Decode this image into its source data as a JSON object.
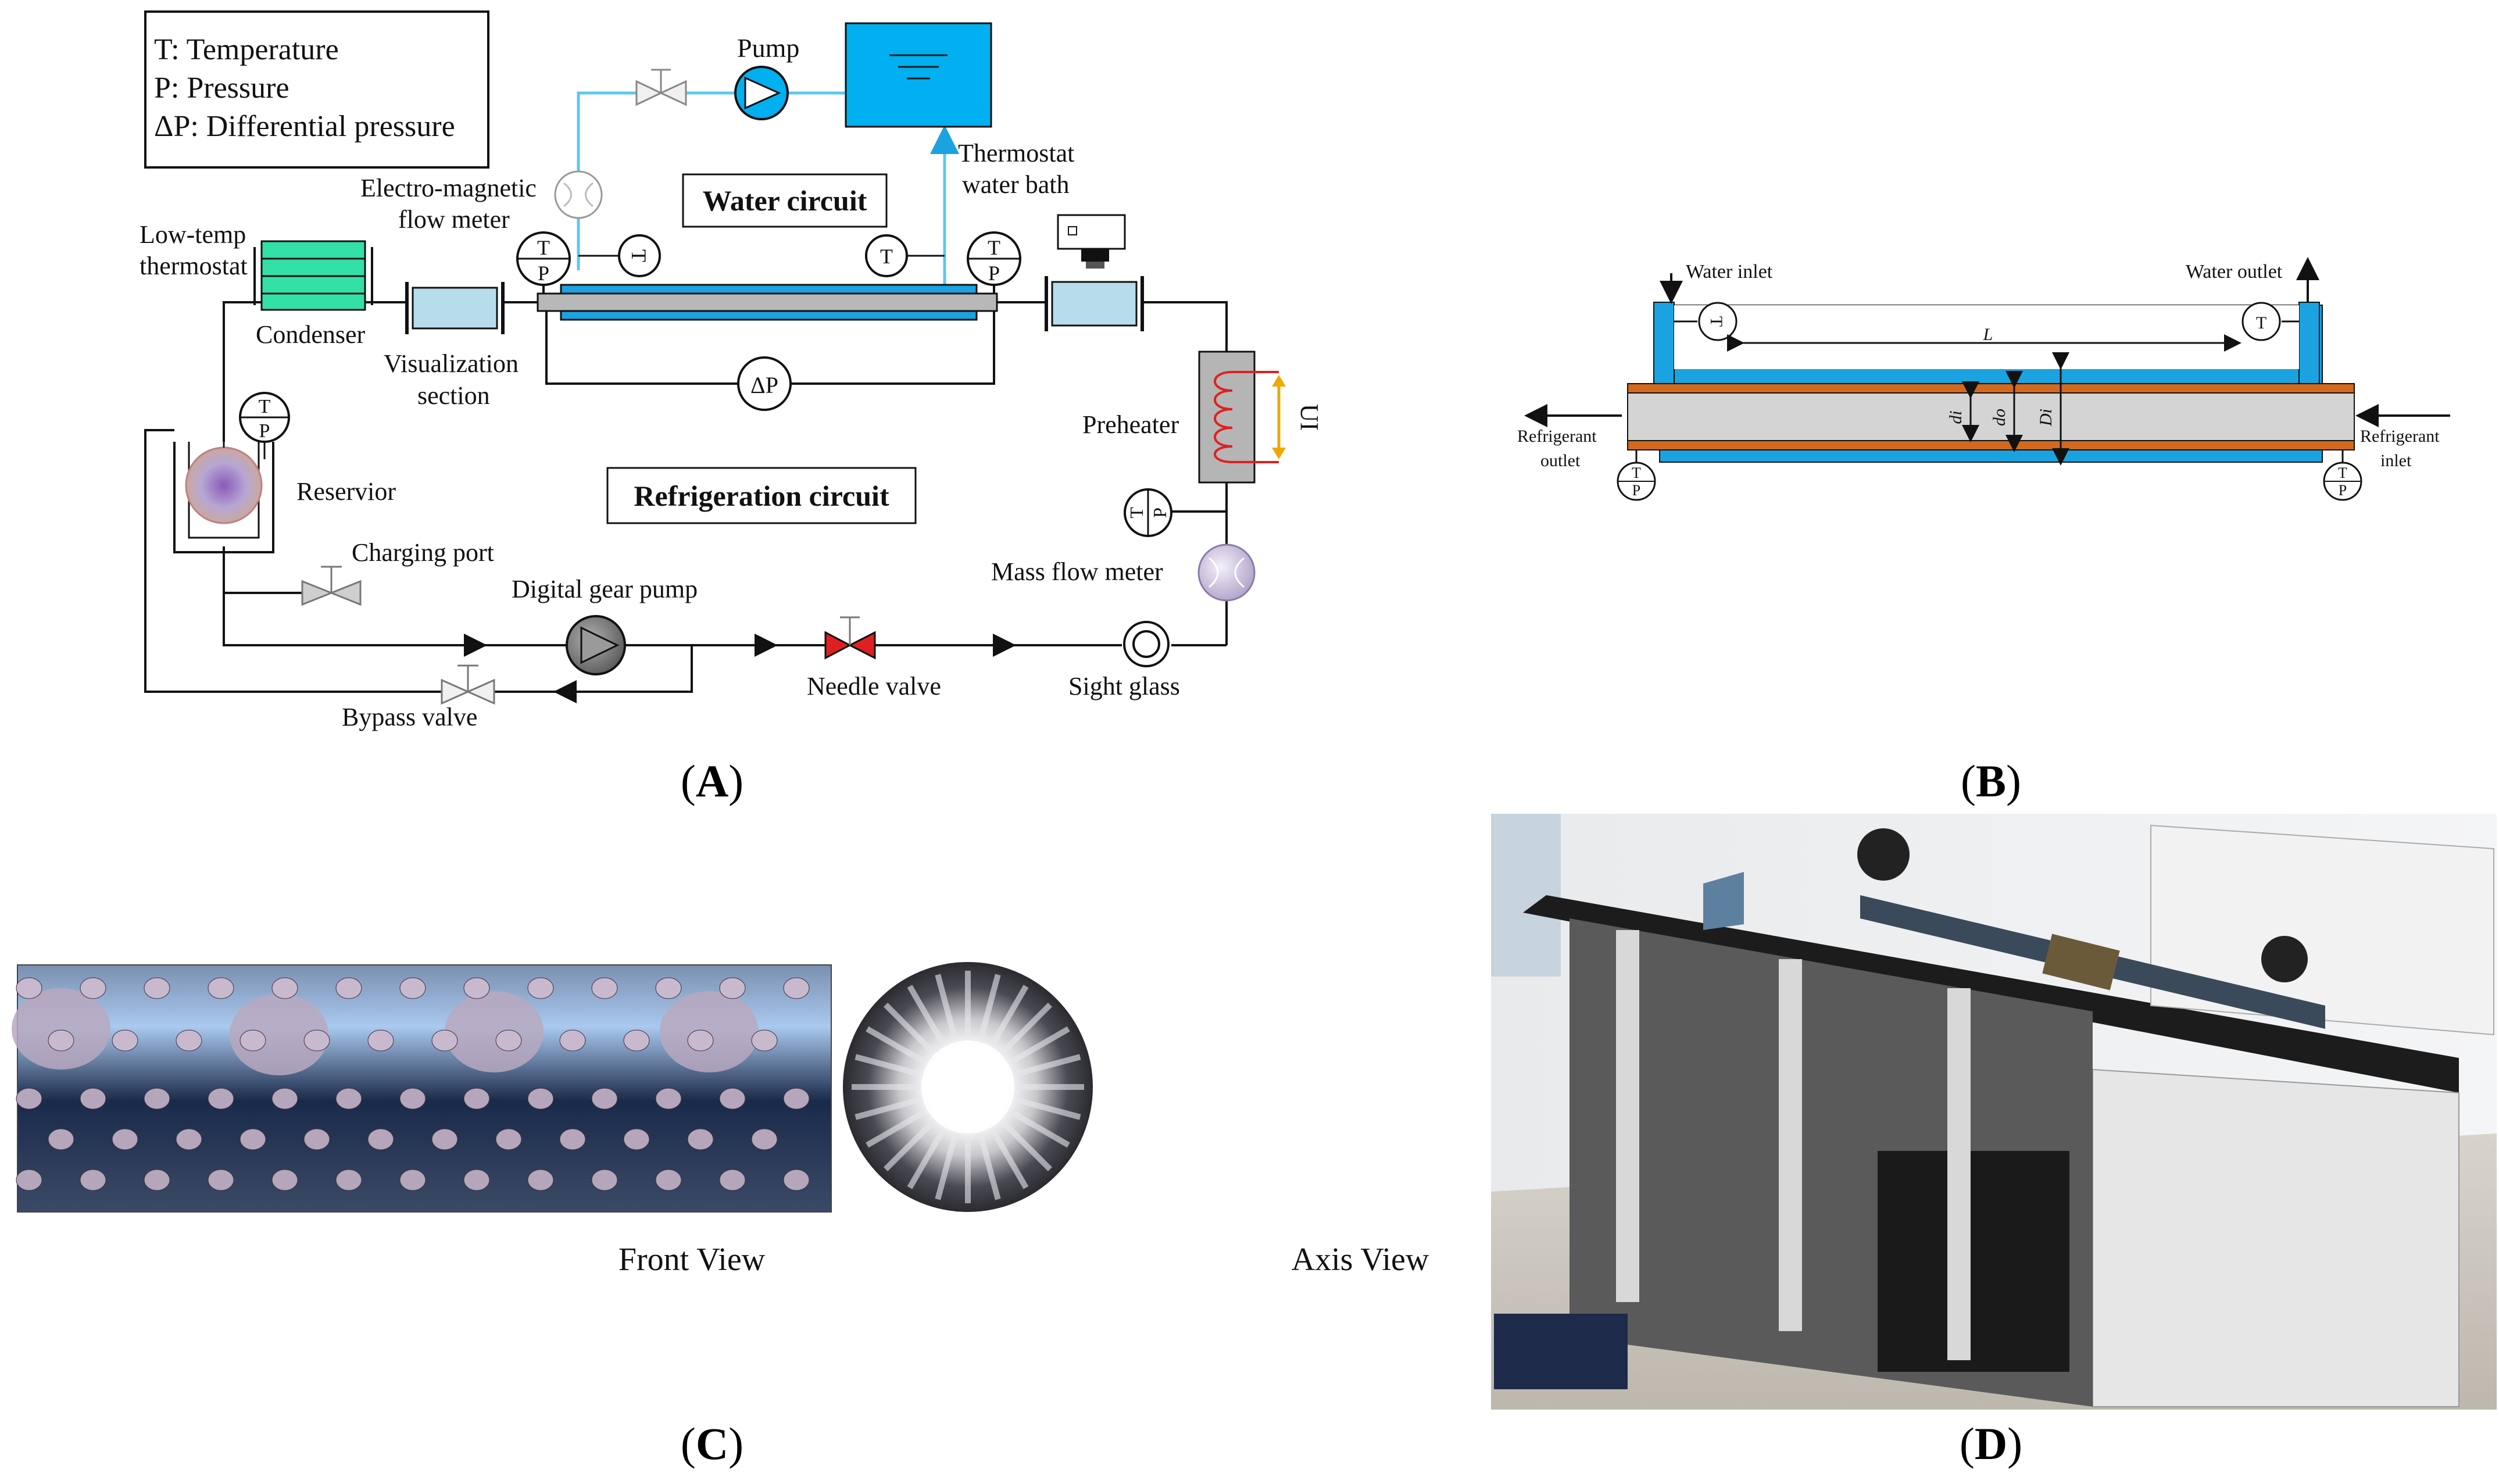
{
  "panel_a": {
    "legend": [
      "T: Temperature",
      "P: Pressure",
      "ΔP: Differential pressure"
    ],
    "labels": {
      "pump": "Pump",
      "thermostat_bath": [
        "Thermostat",
        "water bath"
      ],
      "em_flow_meter": [
        "Electro-magnetic",
        "flow meter"
      ],
      "water_circuit": "Water circuit",
      "low_temp_thermostat": [
        "Low-temp",
        "thermostat"
      ],
      "condenser": "Condenser",
      "visualization": [
        "Visualization",
        "section"
      ],
      "delta_p": "ΔP",
      "preheater": "Preheater",
      "ui": "UI",
      "refrigeration_circuit": "Refrigeration circuit",
      "reservoir": "Reservior",
      "charging_port": "Charging port",
      "digital_gear_pump": "Digital gear pump",
      "mass_flow_meter": "Mass flow meter",
      "needle_valve": "Needle valve",
      "sight_glass": "Sight glass",
      "bypass_valve": "Bypass valve",
      "t": "T",
      "p": "P"
    },
    "caption_open": "(",
    "caption_letter": "A",
    "caption_close": ")"
  },
  "panel_b": {
    "labels": {
      "water_inlet": "Water inlet",
      "water_outlet": "Water outlet",
      "length": "L",
      "refrigerant_outlet": [
        "Refrigerant",
        "outlet"
      ],
      "refrigerant_inlet": [
        "Refrigerant",
        "inlet"
      ],
      "di": "di",
      "do": "do",
      "di_outer": "Di",
      "t": "T",
      "p": "P"
    },
    "caption_open": "(",
    "caption_letter": "B",
    "caption_close": ")"
  },
  "panel_c": {
    "front_view": "Front View",
    "axis_view": "Axis View",
    "caption_open": "(",
    "caption_letter": "C",
    "caption_close": ")"
  },
  "panel_d": {
    "caption_open": "(",
    "caption_letter": "D",
    "caption_close": ")"
  },
  "colors": {
    "water_blue": "#1aa3e0",
    "tank_cyan": "#00b0f0",
    "pipe_line": "#5ac8f0",
    "condenser_green": "#33e0a8",
    "heater_red": "#e02020",
    "ui_arrow": "#f0a800",
    "copper": "#d2691e",
    "tube_gray": "#d4d4d4"
  }
}
